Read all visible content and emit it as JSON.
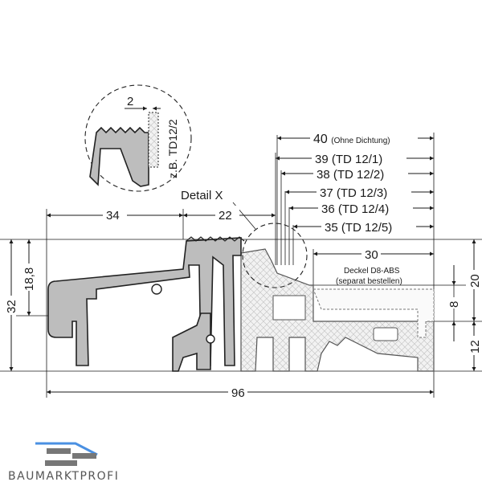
{
  "dimensions": {
    "top_left": "34",
    "top_mid": "22",
    "detail_label": "Detail X",
    "rows": [
      {
        "value": "40",
        "note": "(Ohne Dichtung)"
      },
      {
        "value": "39 (TD 12/1)"
      },
      {
        "value": "38 (TD 12/2)"
      },
      {
        "value": "37 (TD 12/3)"
      },
      {
        "value": "36 (TD 12/4)"
      },
      {
        "value": "35 (TD 12/5)"
      }
    ],
    "cover_width": "30",
    "cover_name": "Deckel D8-ABS",
    "cover_note": "(separat bestellen)",
    "left_total": "32",
    "left_inner": "18,8",
    "right_upper": "20",
    "right_lower": "12",
    "right_small": "8",
    "bottom_total": "96",
    "detail_gap": "2",
    "detail_example": "z.B. TD12/2"
  },
  "logo": {
    "text": "BAUMARKTPROFI",
    "accent": "#4a90e2"
  }
}
